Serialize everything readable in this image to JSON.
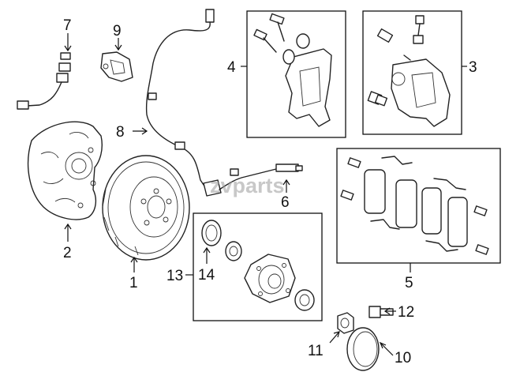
{
  "diagram": {
    "watermark": "zvparts",
    "callouts": [
      {
        "id": "c1",
        "label": "1"
      },
      {
        "id": "c2",
        "label": "2"
      },
      {
        "id": "c3",
        "label": "3"
      },
      {
        "id": "c4",
        "label": "4"
      },
      {
        "id": "c5",
        "label": "5"
      },
      {
        "id": "c6",
        "label": "6"
      },
      {
        "id": "c7",
        "label": "7"
      },
      {
        "id": "c8",
        "label": "8"
      },
      {
        "id": "c9",
        "label": "9"
      },
      {
        "id": "c10",
        "label": "10"
      },
      {
        "id": "c11",
        "label": "11"
      },
      {
        "id": "c12",
        "label": "12"
      },
      {
        "id": "c13",
        "label": "13"
      },
      {
        "id": "c14",
        "label": "14"
      }
    ]
  }
}
